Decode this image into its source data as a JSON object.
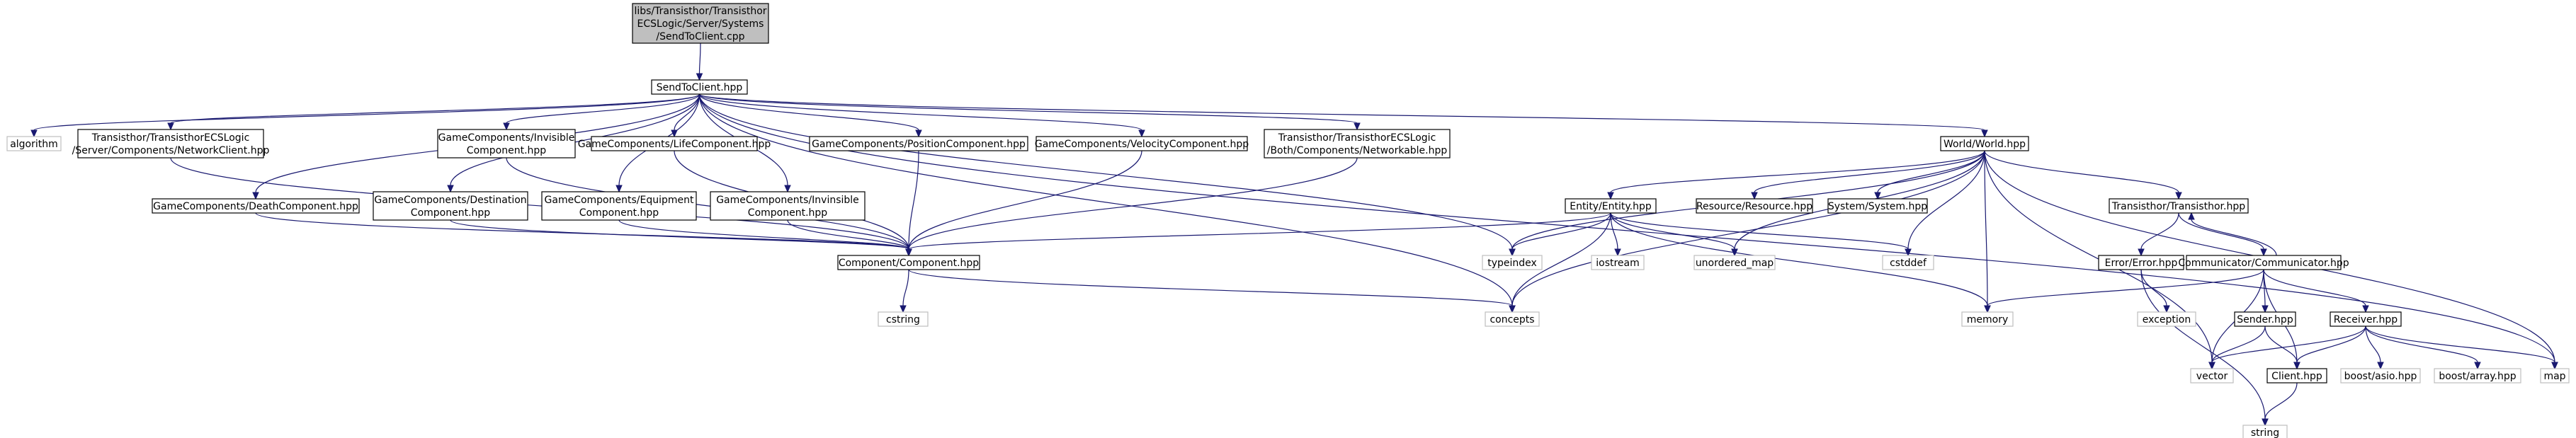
{
  "colors": {
    "edge": "#191970",
    "root_fill": "#bfbfbf",
    "node_border": "#000000",
    "system_border": "#bfbfbf",
    "background": "#ffffff"
  },
  "nodes": {
    "root": {
      "lines": [
        "libs/Transisthor/Transisthor",
        "ECSLogic/Server/Systems",
        "/SendToClient.cpp"
      ]
    },
    "sendtoclient": {
      "lines": [
        "SendToClient.hpp"
      ]
    },
    "algorithm": {
      "lines": [
        "algorithm"
      ]
    },
    "networkclient": {
      "lines": [
        "Transisthor/TransisthorECSLogic",
        "/Server/Components/NetworkClient.hpp"
      ]
    },
    "invisible": {
      "lines": [
        "GameComponents/Invisible",
        "Component.hpp"
      ]
    },
    "life": {
      "lines": [
        "GameComponents/LifeComponent.hpp"
      ]
    },
    "position": {
      "lines": [
        "GameComponents/PositionComponent.hpp"
      ]
    },
    "velocity": {
      "lines": [
        "GameComponents/VelocityComponent.hpp"
      ]
    },
    "networkable": {
      "lines": [
        "Transisthor/TransisthorECSLogic",
        "/Both/Components/Networkable.hpp"
      ]
    },
    "world": {
      "lines": [
        "World/World.hpp"
      ]
    },
    "death": {
      "lines": [
        "GameComponents/DeathComponent.hpp"
      ]
    },
    "destination": {
      "lines": [
        "GameComponents/Destination",
        "Component.hpp"
      ]
    },
    "equipment": {
      "lines": [
        "GameComponents/Equipment",
        "Component.hpp"
      ]
    },
    "invinsible": {
      "lines": [
        "GameComponents/Invinsible",
        "Component.hpp"
      ]
    },
    "entity": {
      "lines": [
        "Entity/Entity.hpp"
      ]
    },
    "resource": {
      "lines": [
        "Resource/Resource.hpp"
      ]
    },
    "system": {
      "lines": [
        "System/System.hpp"
      ]
    },
    "transisthor": {
      "lines": [
        "Transisthor/Transisthor.hpp"
      ]
    },
    "component": {
      "lines": [
        "Component/Component.hpp"
      ]
    },
    "typeindex": {
      "lines": [
        "typeindex"
      ]
    },
    "iostream": {
      "lines": [
        "iostream"
      ]
    },
    "unordered_map": {
      "lines": [
        "unordered_map"
      ]
    },
    "cstddef": {
      "lines": [
        "cstddef"
      ]
    },
    "error": {
      "lines": [
        "Error/Error.hpp"
      ]
    },
    "communicator": {
      "lines": [
        "Communicator/Communicator.hpp"
      ]
    },
    "cstring": {
      "lines": [
        "cstring"
      ]
    },
    "concepts": {
      "lines": [
        "concepts"
      ]
    },
    "memory": {
      "lines": [
        "memory"
      ]
    },
    "exception": {
      "lines": [
        "exception"
      ]
    },
    "sender": {
      "lines": [
        "Sender.hpp"
      ]
    },
    "receiver": {
      "lines": [
        "Receiver.hpp"
      ]
    },
    "vector": {
      "lines": [
        "vector"
      ]
    },
    "client": {
      "lines": [
        "Client.hpp"
      ]
    },
    "boostasio": {
      "lines": [
        "boost/asio.hpp"
      ]
    },
    "boostarray": {
      "lines": [
        "boost/array.hpp"
      ]
    },
    "map": {
      "lines": [
        "map"
      ]
    },
    "string": {
      "lines": [
        "string"
      ]
    }
  }
}
